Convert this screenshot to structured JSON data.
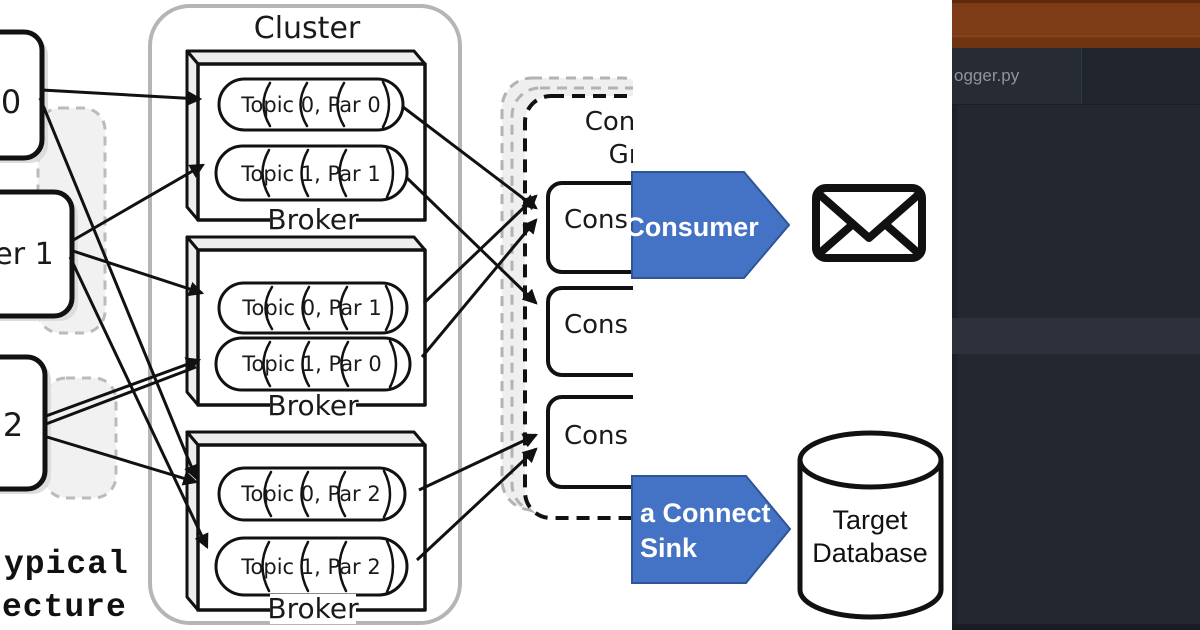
{
  "diagram": {
    "cluster_title": "Cluster",
    "producers": [
      {
        "label": "0"
      },
      {
        "label": "er 1"
      },
      {
        "label": "2"
      }
    ],
    "brokers": [
      {
        "label": "Broker",
        "topics": [
          "Topic 0, Par 0",
          "Topic 1, Par 1"
        ]
      },
      {
        "label": "Broker",
        "topics": [
          "Topic 0, Par 1",
          "Topic 1, Par 0"
        ]
      },
      {
        "label": "Broker",
        "topics": [
          "Topic 0, Par 2",
          "Topic 1, Par 2"
        ]
      }
    ],
    "consumer_group": {
      "title_line1": "Con",
      "title_line2": "Gr",
      "consumers": [
        "Cons",
        "Cons",
        "Cons"
      ]
    },
    "caption_line1": "ypical",
    "caption_line2": "ecture"
  },
  "overlay": {
    "consumer_arrow_label": "Consumer",
    "connect_arrow_line1": "a Connect",
    "connect_arrow_line2": "Sink",
    "target_db_line1": "Target",
    "target_db_line2": "Database",
    "arrow_fill": "#4472C4",
    "arrow_border": "#2F5597"
  },
  "editor": {
    "tab_label": "ogger.py",
    "colors": {
      "header_orange": "#7d3c15",
      "tab_bar": "#21262e",
      "background": "#232830",
      "highlight_band": "#2c313b",
      "tab_text": "#8e939d"
    }
  }
}
